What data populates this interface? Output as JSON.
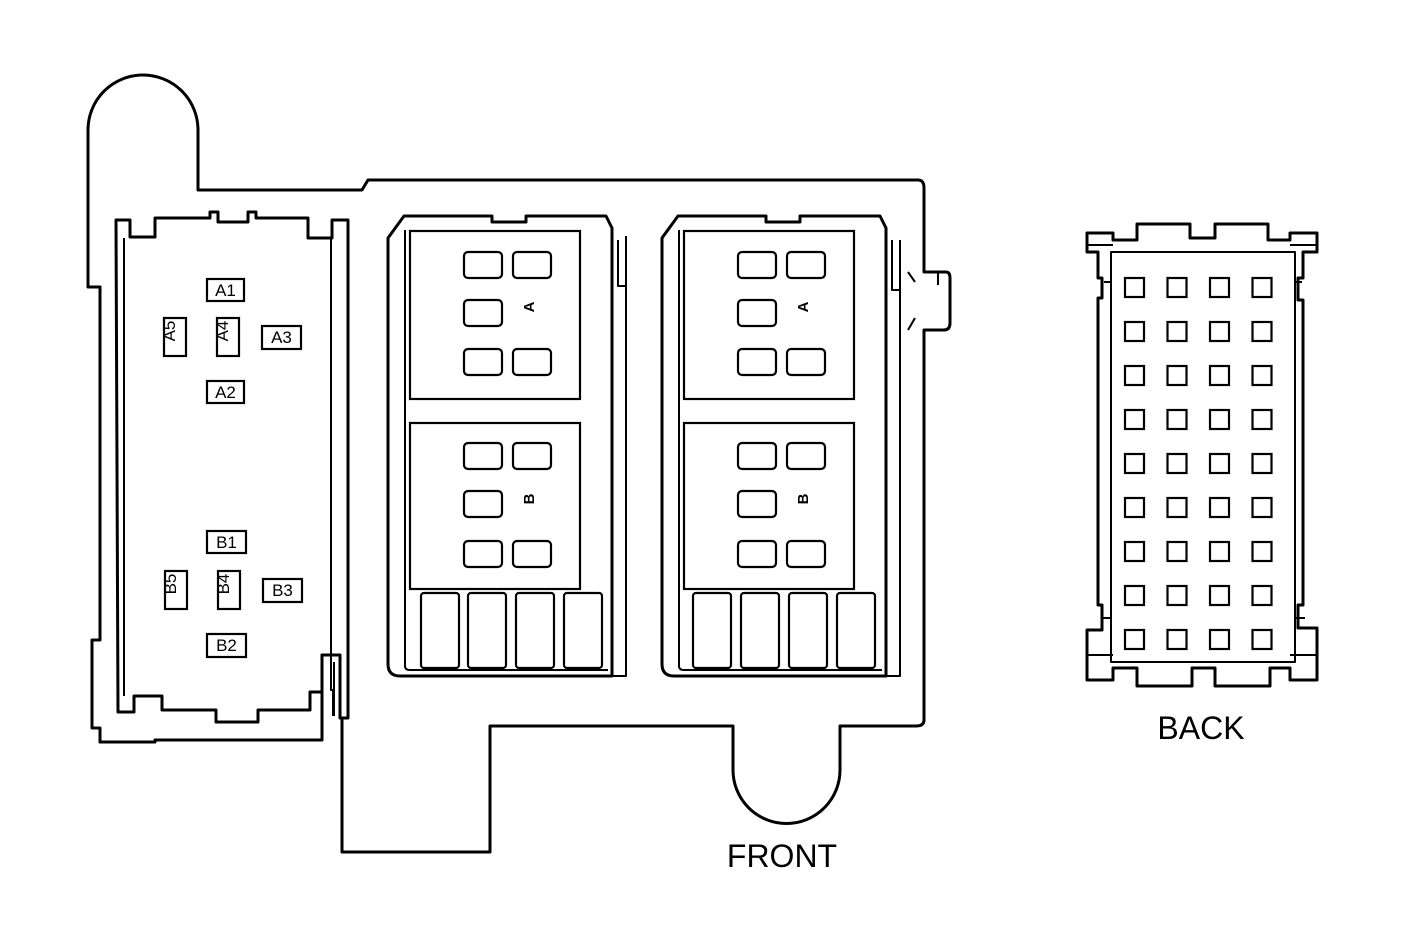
{
  "views": {
    "front": {
      "caption": "FRONT"
    },
    "back": {
      "caption": "BACK"
    }
  },
  "connector_cavities": {
    "group_a": [
      "A1",
      "A2",
      "A3",
      "A4",
      "A5"
    ],
    "group_b": [
      "B1",
      "B2",
      "B3",
      "B4",
      "B5"
    ]
  },
  "relay_labels": {
    "top": "A",
    "bottom": "B"
  },
  "back_view": {
    "rows": 9,
    "columns": 4
  }
}
